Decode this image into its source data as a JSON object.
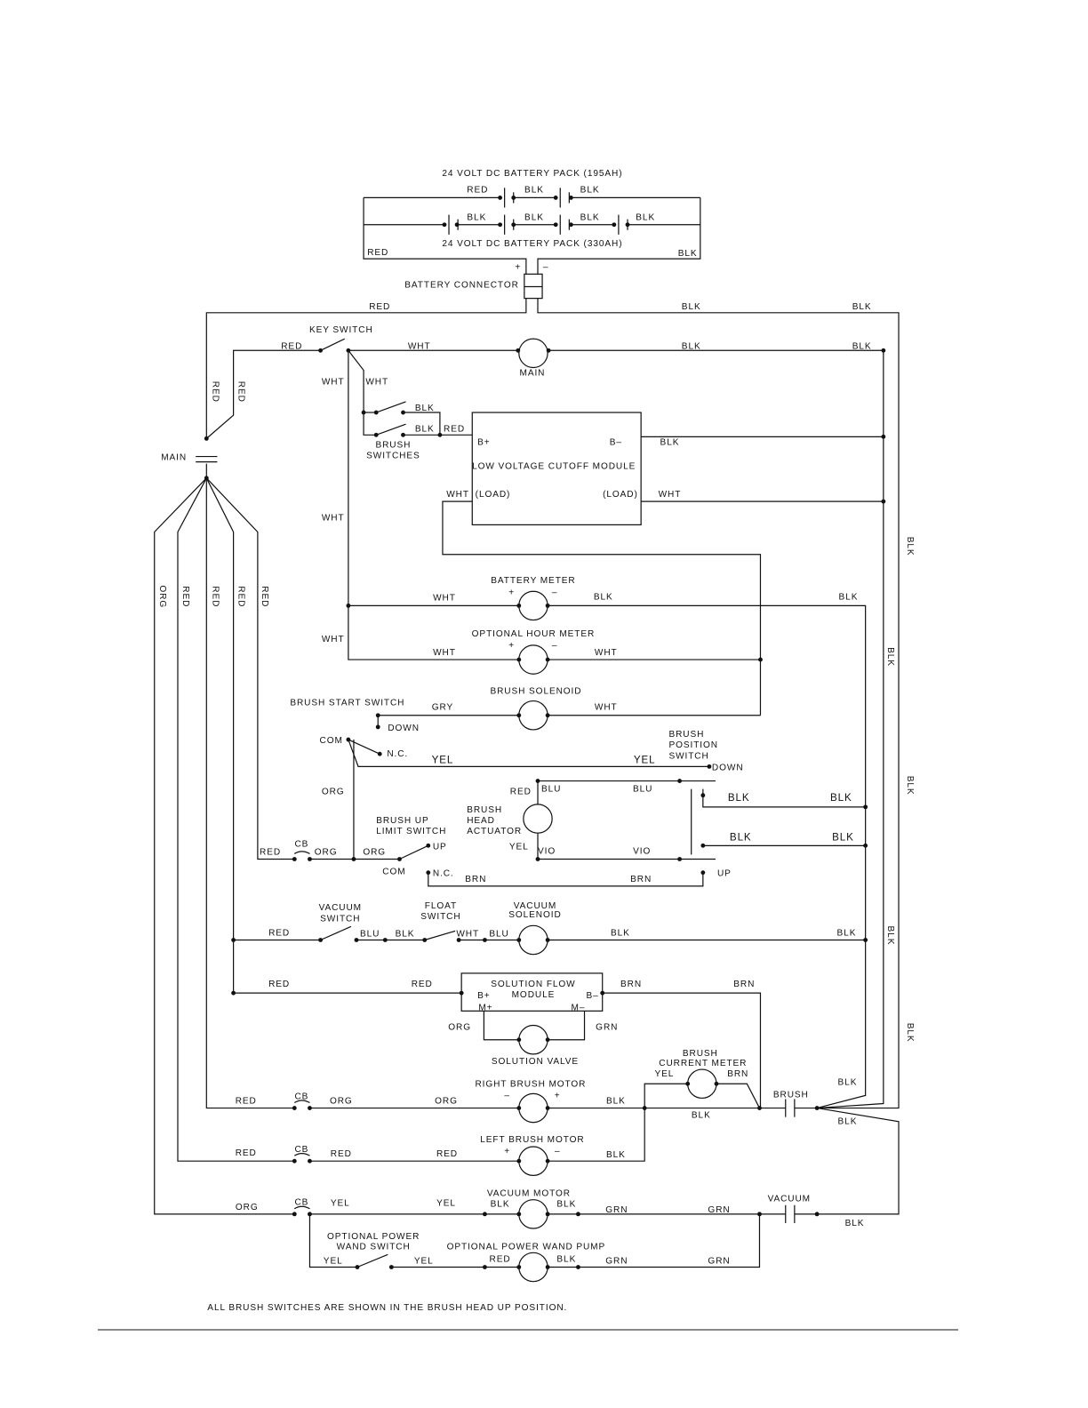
{
  "labels": {
    "battery_195": "24 VOLT DC BATTERY PACK (195AH)",
    "battery_330": "24 VOLT DC BATTERY PACK (330AH)",
    "conn_plus": "+",
    "conn_minus": "–",
    "battery_connector": "BATTERY CONNECTOR",
    "key_switch": "KEY SWITCH",
    "main_motor": "MAIN",
    "brush_switches_1": "BRUSH",
    "brush_switches_2": "SWITCHES",
    "main_connector": "MAIN",
    "lvcm_title": "LOW VOLTAGE CUTOFF MODULE",
    "lvcm_bplus": "B+",
    "lvcm_bminus": "B–",
    "lvcm_load_left": "(LOAD)",
    "lvcm_load_right": "(LOAD)",
    "battery_meter": "BATTERY METER",
    "bm_plus": "+",
    "bm_minus": "–",
    "hour_meter": "OPTIONAL HOUR METER",
    "hm_plus": "+",
    "hm_minus": "–",
    "brush_solenoid": "BRUSH SOLENOID",
    "brush_start_switch": "BRUSH START SWITCH",
    "bss_down": "DOWN",
    "bss_com": "COM",
    "bss_nc": "N.C.",
    "bps_1": "BRUSH",
    "bps_2": "POSITION",
    "bps_3": "SWITCH",
    "bps_down": "DOWN",
    "bps_up": "UP",
    "bha_1": "BRUSH",
    "bha_2": "HEAD",
    "bha_3": "ACTUATOR",
    "bul_1": "BRUSH UP",
    "bul_2": "LIMIT SWITCH",
    "bul_up": "UP",
    "bul_com": "COM",
    "bul_nc": "N.C.",
    "cb_1": "CB",
    "cb_2": "CB",
    "cb_3": "CB",
    "cb_4": "CB",
    "vacuum_switch_1": "VACUUM",
    "vacuum_switch_2": "SWITCH",
    "float_switch_1": "FLOAT",
    "float_switch_2": "SWITCH",
    "vacuum_solenoid_1": "VACUUM",
    "vacuum_solenoid_2": "SOLENOID",
    "sfm_1": "SOLUTION FLOW",
    "sfm_2": "MODULE",
    "sfm_bplus": "B+",
    "sfm_bminus": "B–",
    "sfm_mplus": "M+",
    "sfm_mminus": "M–",
    "solution_valve": "SOLUTION VALVE",
    "bcm_1": "BRUSH",
    "bcm_2": "CURRENT METER",
    "brush_connector": "BRUSH",
    "right_brush_motor": "RIGHT BRUSH MOTOR",
    "rbm_minus": "–",
    "rbm_plus": "+",
    "left_brush_motor": "LEFT BRUSH MOTOR",
    "lbm_plus": "+",
    "lbm_minus": "–",
    "vacuum_motor": "VACUUM MOTOR",
    "vacuum_connector": "VACUUM",
    "pws_1": "OPTIONAL POWER",
    "pws_2": "WAND SWITCH",
    "power_wand_pump": "OPTIONAL POWER WAND PUMP",
    "note": "ALL BRUSH SWITCHES ARE SHOWN IN THE BRUSH HEAD UP POSITION."
  },
  "wires": [
    "RED",
    "BLK",
    "BLK",
    "BLK",
    "BLK",
    "BLK",
    "BLK",
    "RED",
    "BLK",
    "RED",
    "BLK",
    "BLK",
    "RED",
    "WHT",
    "BLK",
    "BLK",
    "RED",
    "RED",
    "WHT",
    "WHT",
    "BLK",
    "BLK",
    "RED",
    "BLK",
    "WHT",
    "WHT",
    "WHT",
    "BLK",
    "ORG",
    "RED",
    "RED",
    "RED",
    "RED",
    "WHT",
    "BLK",
    "BLK",
    "WHT",
    "WHT",
    "WHT",
    "BLK",
    "GRY",
    "WHT",
    "YEL",
    "YEL",
    "ORG",
    "RED",
    "BLU",
    "BLU",
    "BLK",
    "BLK",
    "BLK",
    "YEL",
    "VIO",
    "VIO",
    "BLK",
    "BLK",
    "RED",
    "ORG",
    "ORG",
    "BRN",
    "BRN",
    "RED",
    "BLU",
    "BLK",
    "WHT",
    "BLU",
    "BLK",
    "BLK",
    "BLK",
    "RED",
    "RED",
    "BRN",
    "BRN",
    "ORG",
    "GRN",
    "BLK",
    "YEL",
    "BRN",
    "BLK",
    "RED",
    "ORG",
    "ORG",
    "BLK",
    "BLK",
    "BLK",
    "RED",
    "RED",
    "RED",
    "BLK",
    "ORG",
    "YEL",
    "YEL",
    "BLK",
    "BLK",
    "GRN",
    "GRN",
    "BLK",
    "YEL",
    "YEL",
    "RED",
    "BLK",
    "GRN",
    "GRN"
  ]
}
